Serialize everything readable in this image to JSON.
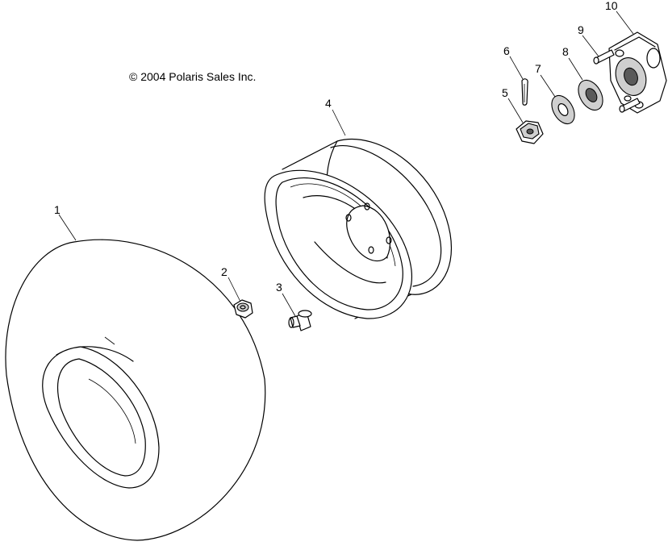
{
  "copyright": "© 2004 Polaris Sales Inc.",
  "callouts": [
    "1",
    "2",
    "3",
    "4",
    "5",
    "6",
    "7",
    "8",
    "9",
    "10"
  ],
  "parts": [
    {
      "callout": "1",
      "icon": "tire-icon"
    },
    {
      "callout": "2",
      "icon": "lug-nut-icon"
    },
    {
      "callout": "3",
      "icon": "valve-stem-icon"
    },
    {
      "callout": "4",
      "icon": "wheel-rim-icon"
    },
    {
      "callout": "5",
      "icon": "castle-nut-icon"
    },
    {
      "callout": "6",
      "icon": "cotter-pin-icon"
    },
    {
      "callout": "7",
      "icon": "washer-icon"
    },
    {
      "callout": "8",
      "icon": "cone-washer-icon"
    },
    {
      "callout": "9",
      "icon": "wheel-stud-icon"
    },
    {
      "callout": "10",
      "icon": "wheel-hub-icon"
    }
  ]
}
